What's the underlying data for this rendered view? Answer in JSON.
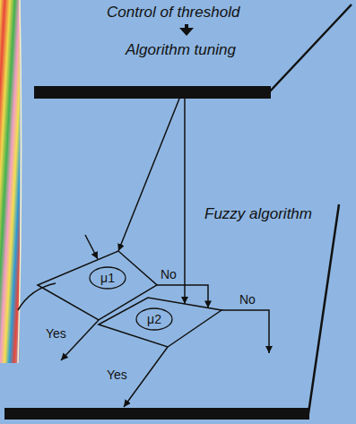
{
  "diagram": {
    "nodes": [
      {
        "text": [
          "Algorithm tuning"
        ]
      },
      {
        "text": [
          "Fuzzy algorithm"
        ]
      },
      {
        "text": [
          "μ1"
        ],
        "in": 1
      },
      {
        "text": [
          "μ2"
        ],
        "in": 1
      }
    ],
    "edges": [
      {
        "from": 0,
        "to": 2,
        "arrow": "to"
      },
      {
        "from": 0,
        "to": 3,
        "arrow": "to"
      },
      {
        "from": 2,
        "to": 3,
        "label": "No",
        "arrow": "to"
      }
    ],
    "labels": [
      "Control of threshold",
      "Yes",
      "Yes",
      "No"
    ]
  }
}
